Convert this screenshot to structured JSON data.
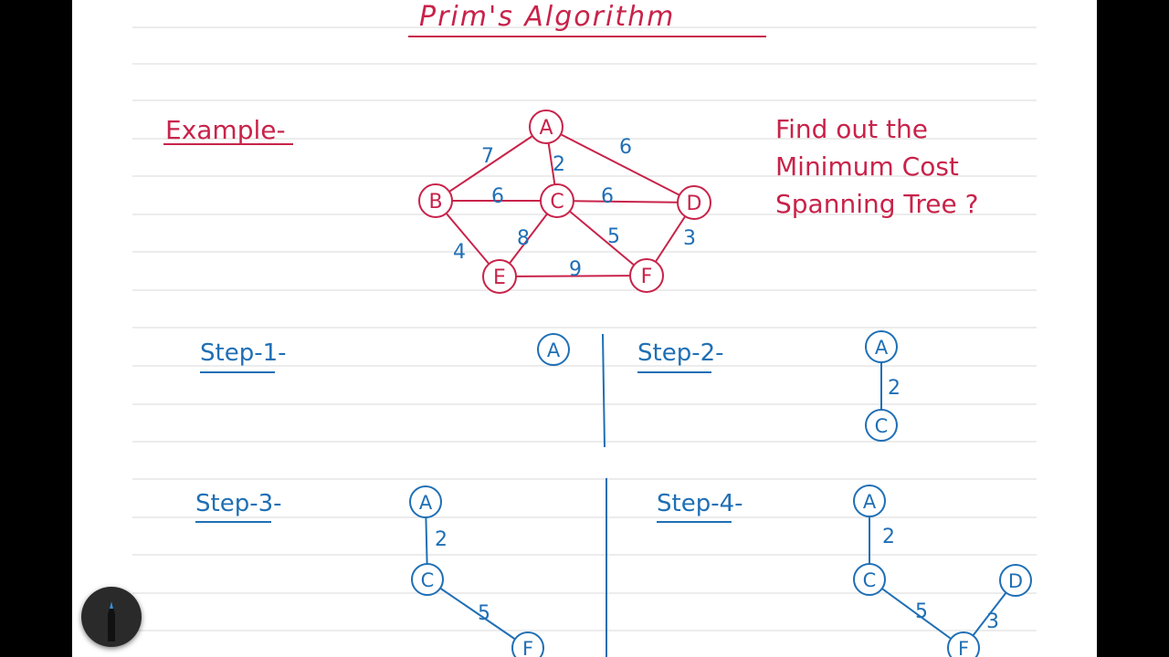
{
  "title": "Prim's Algorithm",
  "example_label": "Example-",
  "question": [
    "Find out the",
    "Minimum Cost",
    "Spanning Tree ?"
  ],
  "colors": {
    "red_ink": "#c8234a",
    "blue_ink": "#1f6fb5",
    "rule_line": "#d9d9d9",
    "paper": "#ffffff"
  },
  "graph": {
    "nodes": [
      "A",
      "B",
      "C",
      "D",
      "E",
      "F"
    ],
    "edges": [
      {
        "from": "A",
        "to": "B",
        "weight": "7"
      },
      {
        "from": "A",
        "to": "C",
        "weight": "2"
      },
      {
        "from": "A",
        "to": "D",
        "weight": "6"
      },
      {
        "from": "B",
        "to": "C",
        "weight": "6"
      },
      {
        "from": "C",
        "to": "D",
        "weight": "6"
      },
      {
        "from": "B",
        "to": "E",
        "weight": "4"
      },
      {
        "from": "C",
        "to": "E",
        "weight": "8"
      },
      {
        "from": "C",
        "to": "F",
        "weight": "5"
      },
      {
        "from": "D",
        "to": "F",
        "weight": "3"
      },
      {
        "from": "E",
        "to": "F",
        "weight": "9"
      }
    ]
  },
  "steps": [
    {
      "label": "Step-1-",
      "nodes": [
        "A"
      ],
      "edges": []
    },
    {
      "label": "Step-2-",
      "nodes": [
        "A",
        "C"
      ],
      "edges": [
        {
          "from": "A",
          "to": "C",
          "weight": "2"
        }
      ]
    },
    {
      "label": "Step-3-",
      "nodes": [
        "A",
        "C",
        "F"
      ],
      "edges": [
        {
          "from": "A",
          "to": "C",
          "weight": "2"
        },
        {
          "from": "C",
          "to": "F",
          "weight": "5"
        }
      ]
    },
    {
      "label": "Step-4-",
      "nodes": [
        "A",
        "C",
        "D",
        "F"
      ],
      "edges": [
        {
          "from": "A",
          "to": "C",
          "weight": "2"
        },
        {
          "from": "C",
          "to": "F",
          "weight": "5"
        },
        {
          "from": "F",
          "to": "D",
          "weight": "3"
        }
      ]
    }
  ],
  "icons": {
    "pen_tool": "pen-icon"
  }
}
